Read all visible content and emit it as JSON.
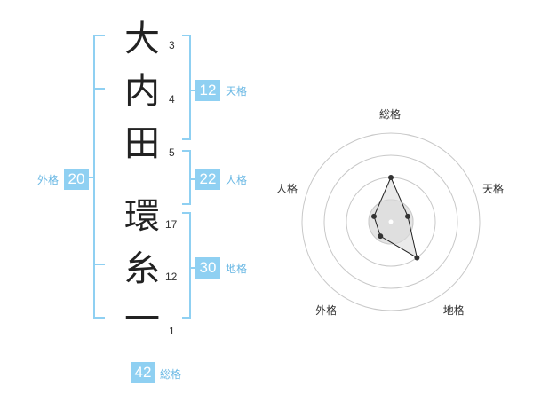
{
  "name": {
    "characters": [
      {
        "char": "大",
        "strokes": "3"
      },
      {
        "char": "内",
        "strokes": "4"
      },
      {
        "char": "田",
        "strokes": "5"
      },
      {
        "char": "環",
        "strokes": "17"
      },
      {
        "char": "糸",
        "strokes": "12"
      },
      {
        "char": "一",
        "strokes": "1"
      }
    ]
  },
  "fortune": {
    "tenkaku": {
      "value": "12",
      "label": "天格"
    },
    "jinkaku": {
      "value": "22",
      "label": "人格"
    },
    "chikaku": {
      "value": "30",
      "label": "地格"
    },
    "gaikaku": {
      "value": "20",
      "label": "外格"
    },
    "soukaku": {
      "value": "42",
      "label": "総格"
    }
  },
  "colors": {
    "bracket": "#8fd0f2",
    "box": "#8fd0f2",
    "label": "#6ab8e4"
  },
  "chart_data": {
    "type": "radar",
    "axes": [
      "総格",
      "天格",
      "地格",
      "外格",
      "人格"
    ],
    "values": [
      2.5,
      1.0,
      2.5,
      1.0,
      1.0
    ],
    "range": [
      0,
      5
    ],
    "rings": 4
  }
}
